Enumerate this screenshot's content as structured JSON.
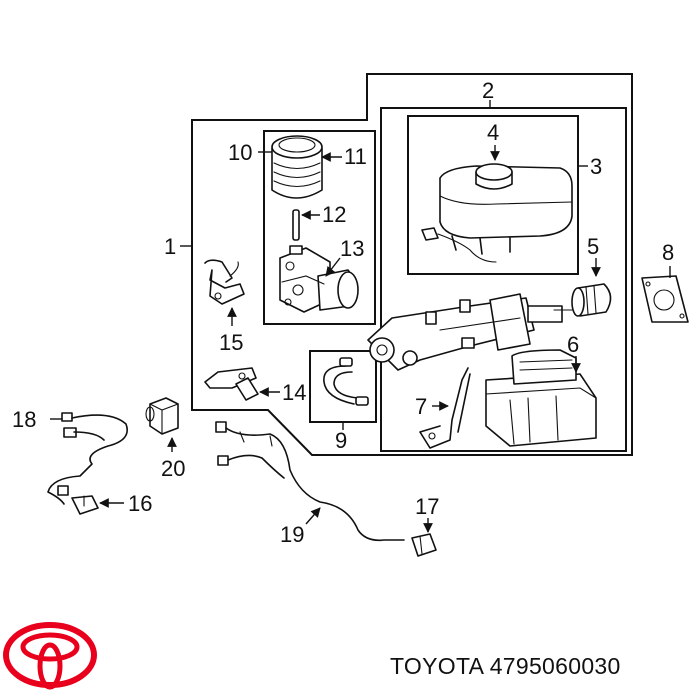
{
  "callouts": {
    "c1": "1",
    "c2": "2",
    "c3": "3",
    "c4": "4",
    "c5": "5",
    "c6": "6",
    "c7": "7",
    "c8": "8",
    "c9": "9",
    "c10": "10",
    "c11": "11",
    "c12": "12",
    "c13": "13",
    "c14": "14",
    "c15": "15",
    "c16": "16",
    "c17": "17",
    "c18": "18",
    "c19": "19",
    "c20": "20"
  },
  "footer": {
    "brand": "TOYOTA",
    "part_number": "4795060030"
  },
  "logo": {
    "name": "toyota-logo",
    "color": "#e8001c"
  }
}
